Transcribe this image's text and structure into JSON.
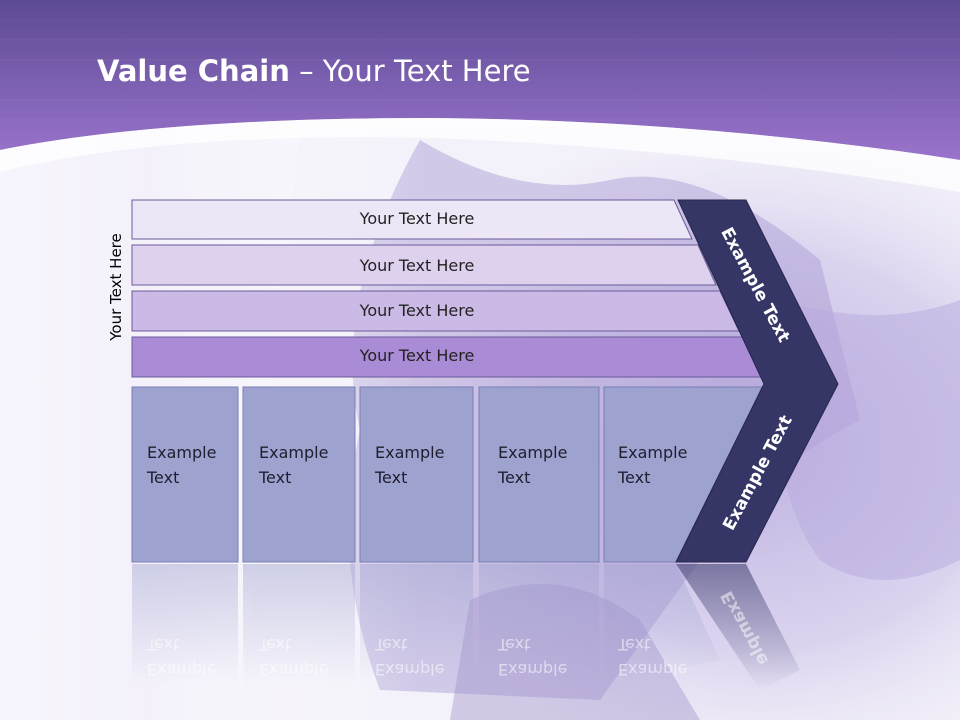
{
  "slide": {
    "title_bold": "Value Chain",
    "title_rest": " – Your Text Here",
    "side_label": "Your Text Here",
    "bars": [
      {
        "label": "Your Text Here"
      },
      {
        "label": "Your Text Here"
      },
      {
        "label": "Your Text Here"
      },
      {
        "label": "Your Text Here"
      }
    ],
    "columns": [
      {
        "line1": "Example",
        "line2": "Text"
      },
      {
        "line1": "Example",
        "line2": "Text"
      },
      {
        "line1": "Example",
        "line2": "Text"
      },
      {
        "line1": "Example",
        "line2": "Text"
      },
      {
        "line1": "Example",
        "line2": "Text"
      }
    ],
    "arrow_top_label": "Example Text",
    "arrow_bottom_label": "Example Text",
    "arrow_reflection_label": "Example"
  },
  "colors": {
    "header_purple": "#7a5cb8",
    "bar_colors": [
      "#ece6f6",
      "#ddd1ee",
      "#cbb9e6",
      "#a98bd6"
    ],
    "column_fill": "#9ea2cf",
    "arrow_navy": "#353566",
    "text_dark": "#222222"
  }
}
